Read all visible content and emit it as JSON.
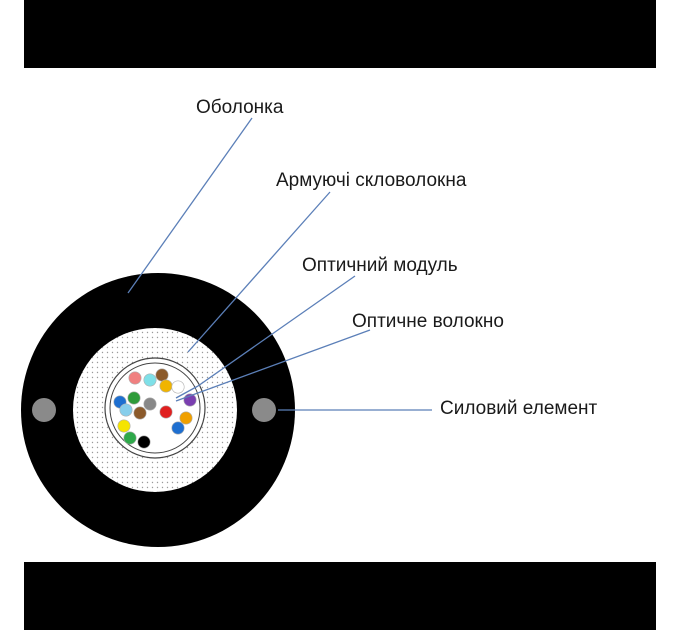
{
  "labels": {
    "sheath": "Оболонка",
    "glass_yarn": "Армуючі скловолокна",
    "optical_module": "Оптичний модуль",
    "optical_fiber": "Оптичне волокно",
    "strength_member": "Силовий елемент"
  },
  "colors": {
    "sheath": "#000000",
    "leader_line": "#5b7fb8",
    "strength_member": "#8a8a8a",
    "dots_fill": "#ffffff",
    "dots": "#9a9a9a"
  },
  "fibers": [
    {
      "color": "#f08080"
    },
    {
      "color": "#7fe0e8"
    },
    {
      "color": "#8b5a2b"
    },
    {
      "color": "#f0b400"
    },
    {
      "color": "#ffffff"
    },
    {
      "color": "#1e6fd0"
    },
    {
      "color": "#2e9b3a"
    },
    {
      "color": "#87ceeb"
    },
    {
      "color": "#888888"
    },
    {
      "color": "#8b5a2b"
    },
    {
      "color": "#e02020"
    },
    {
      "color": "#7a3fb0"
    },
    {
      "color": "#f0a000"
    },
    {
      "color": "#1e6fd0"
    },
    {
      "color": "#f5e400"
    },
    {
      "color": "#2ea84a"
    },
    {
      "color": "#000000"
    }
  ]
}
